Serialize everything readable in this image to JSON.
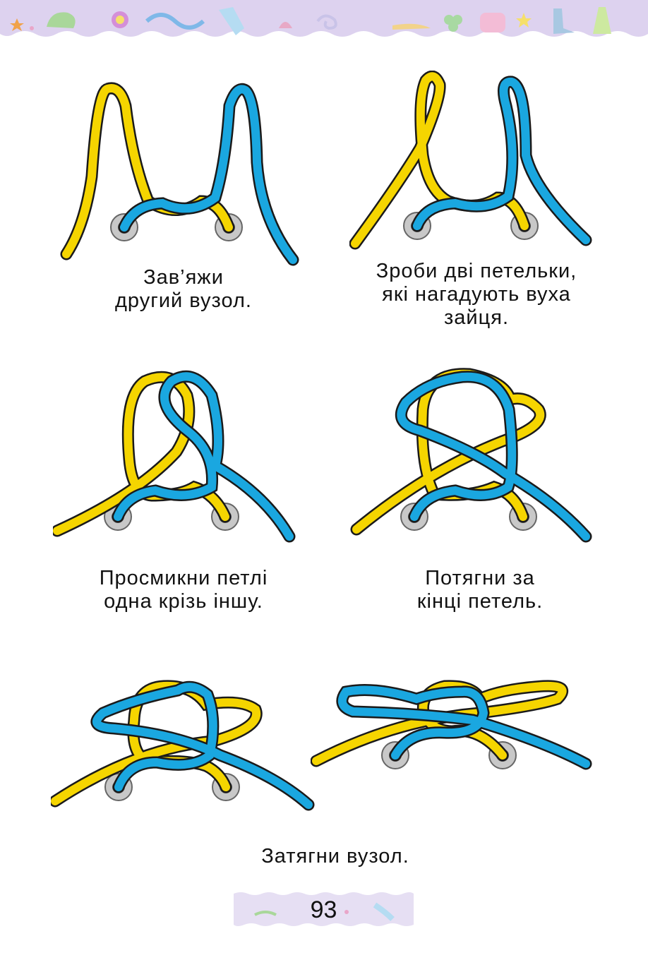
{
  "steps": [
    {
      "id": "step1",
      "lines": [
        "Зав’яжи",
        "другий вузол."
      ]
    },
    {
      "id": "step2",
      "lines": [
        "Зроби дві петельки,",
        "які нагадують вуха",
        "зайця."
      ]
    },
    {
      "id": "step3",
      "lines": [
        "Просмикни петлі",
        "одна крізь іншу."
      ]
    },
    {
      "id": "step4",
      "lines": [
        "Потягни за",
        "кінці петель."
      ]
    },
    {
      "id": "step5",
      "lines": [
        "Затягни вузол."
      ]
    }
  ],
  "page_number": "93",
  "colors": {
    "lace_yellow": "#f5d500",
    "lace_blue": "#1aa7e0",
    "outline": "#1a1a1a",
    "eyelet": "#b8b8b8",
    "banner_bg": "#ddd2ef"
  },
  "icons": [
    "star-icon",
    "cap-icon",
    "flower-icon",
    "wave-icon",
    "shirt-icon",
    "shell-icon",
    "swirl-icon",
    "clover-icon",
    "shoe-icon",
    "bag-icon",
    "boot-icon",
    "dress-icon"
  ]
}
